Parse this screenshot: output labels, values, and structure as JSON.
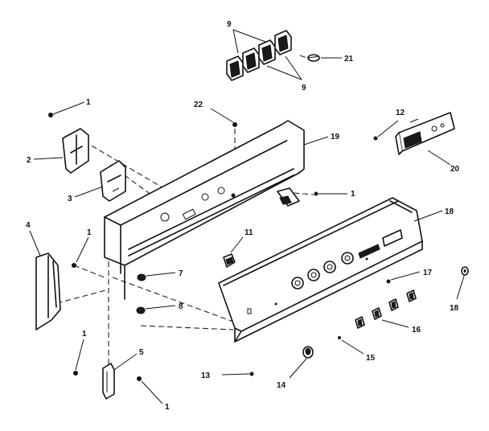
{
  "labels": {
    "l1a": "1",
    "l1b": "1",
    "l1c": "1",
    "l1d": "1",
    "l1e": "1",
    "l2": "2",
    "l3": "3",
    "l4": "4",
    "l5": "5",
    "l7": "7",
    "l8": "8",
    "l9a": "9",
    "l9b": "9",
    "l11": "11",
    "l12": "12",
    "l13": "13",
    "l14": "14",
    "l15": "15",
    "l16": "16",
    "l17": "17",
    "l18": "18",
    "l18b": "18",
    "l19": "19",
    "l20": "20",
    "l21": "21",
    "l22": "22"
  }
}
